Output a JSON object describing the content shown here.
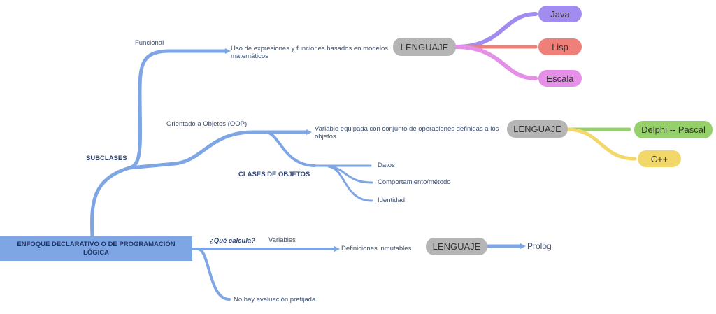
{
  "root": {
    "label": "ENFOQUE DECLARATIVO O DE PROGRAMACIÓN LÓGICA"
  },
  "subclases": {
    "label": "SUBCLASES"
  },
  "funcional": {
    "label": "Funcional",
    "description": "Uso de expresiones y funciones basados en modelos matemáticos",
    "lenguaje": "LENGUAJE",
    "languages": [
      "Java",
      "Lisp",
      "Escala"
    ]
  },
  "oop": {
    "label": "Orientado a Objetos (OOP)",
    "description": "Variable equipada con conjunto de operaciones definidas a los objetos",
    "lenguaje": "LENGUAJE",
    "languages": [
      "Delphi -- Pascal",
      "C++"
    ],
    "clases_label": "CLASES DE OBJETOS",
    "clases": [
      "Datos",
      "Comportamiento/método",
      "Identidad"
    ]
  },
  "calcula": {
    "question": "¿Qué calcula?",
    "variables": "Variables",
    "definiciones": "Definiciones inmutables",
    "lenguaje": "LENGUAJE",
    "language": "Prolog",
    "no_eval": "No hay evaluación prefijada"
  },
  "colors": {
    "branch": "#7ea6e4",
    "lenguaje_pill": "#b5b5b5",
    "java": "#a38cf0",
    "lisp": "#ee8079",
    "escala": "#e58fe8",
    "delphi": "#96d06a",
    "cpp": "#f2d86a"
  }
}
